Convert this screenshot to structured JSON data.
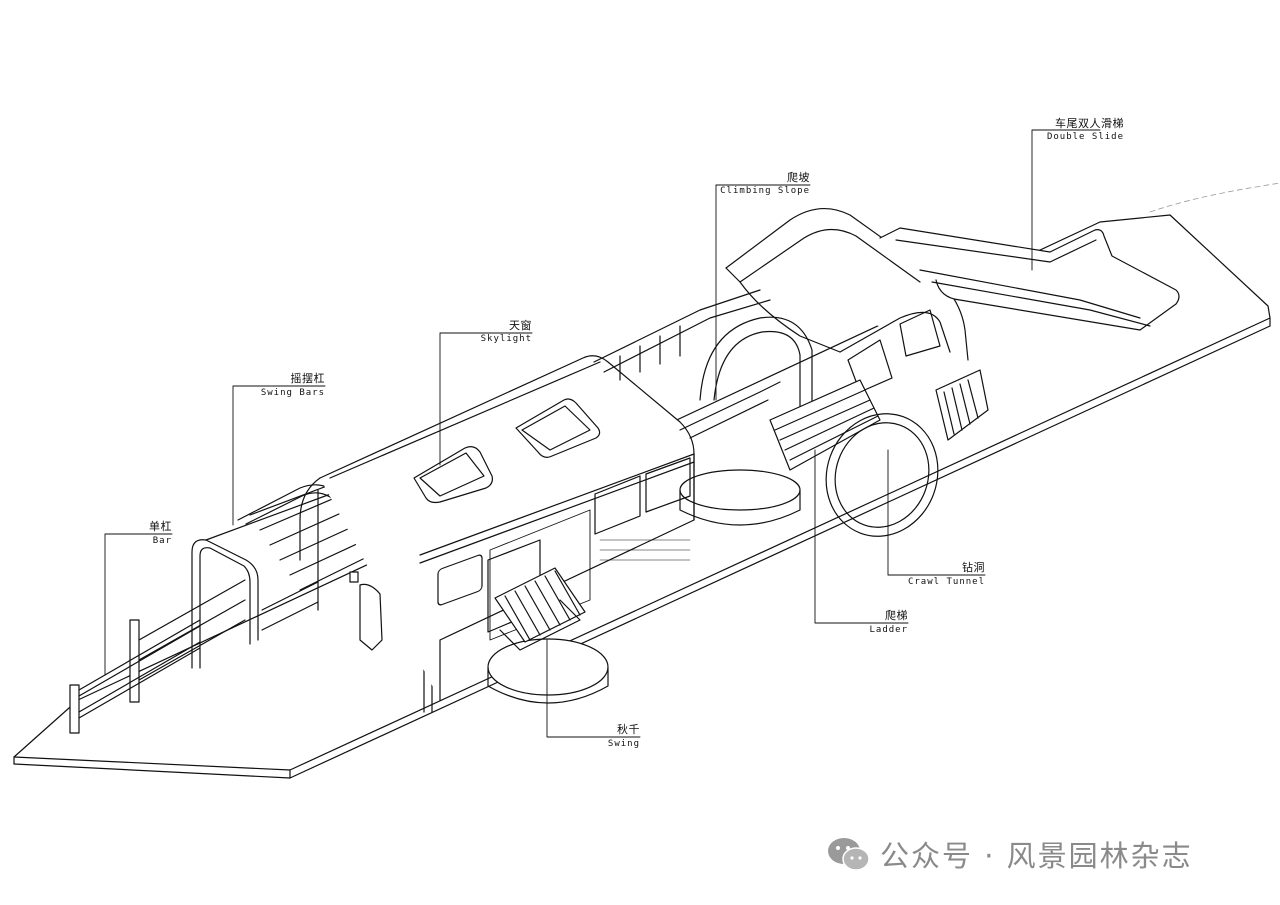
{
  "labels": {
    "double_slide": {
      "zh": "车尾双人滑梯",
      "en": "Double Slide"
    },
    "climbing_slope": {
      "zh": "爬坡",
      "en": "Climbing Slope"
    },
    "skylight": {
      "zh": "天窗",
      "en": "Skylight"
    },
    "swing_bars": {
      "zh": "摇摆杠",
      "en": "Swing Bars"
    },
    "bar": {
      "zh": "单杠",
      "en": "Bar"
    },
    "crawl_tunnel": {
      "zh": "钻洞",
      "en": "Crawl Tunnel"
    },
    "ladder": {
      "zh": "爬梯",
      "en": "Ladder"
    },
    "swing": {
      "zh": "秋千",
      "en": "Swing"
    }
  },
  "watermark": {
    "text": "公众号 · 风景园林杂志",
    "icon": "wechat-icon"
  },
  "colors": {
    "line": "#111111",
    "watermark": "#8a8a8a",
    "background": "#ffffff"
  }
}
